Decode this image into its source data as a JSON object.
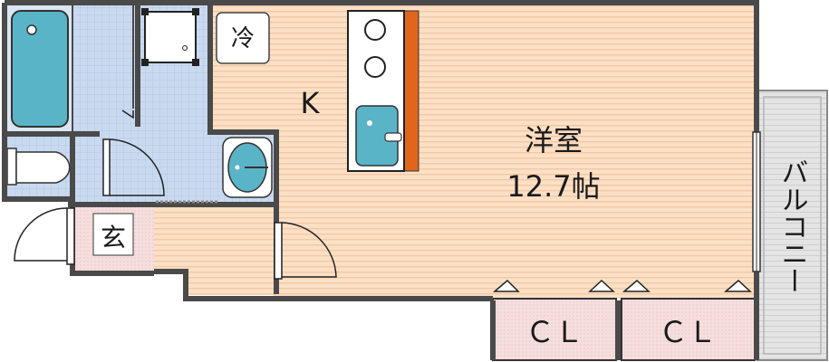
{
  "floorplan": {
    "rooms": {
      "western_room": "洋室",
      "western_room_size": "12.7帖",
      "kitchen": "K",
      "entrance": "玄",
      "balcony": "バルコニー",
      "closet_left": "ＣＬ",
      "closet_right": "ＣＬ",
      "fridge": "冷"
    },
    "colors": {
      "floor_wood": "#fbe0c6",
      "floor_stripe": "#f3c9a4",
      "bath_floor": "#c9daf0",
      "fixture_blue": "#5ab4c8",
      "wall": "#4a4a4a",
      "kitchen_accent": "#e0661c",
      "closet_fill": "#f6dede",
      "balcony_fill": "#e4e4e4"
    }
  }
}
